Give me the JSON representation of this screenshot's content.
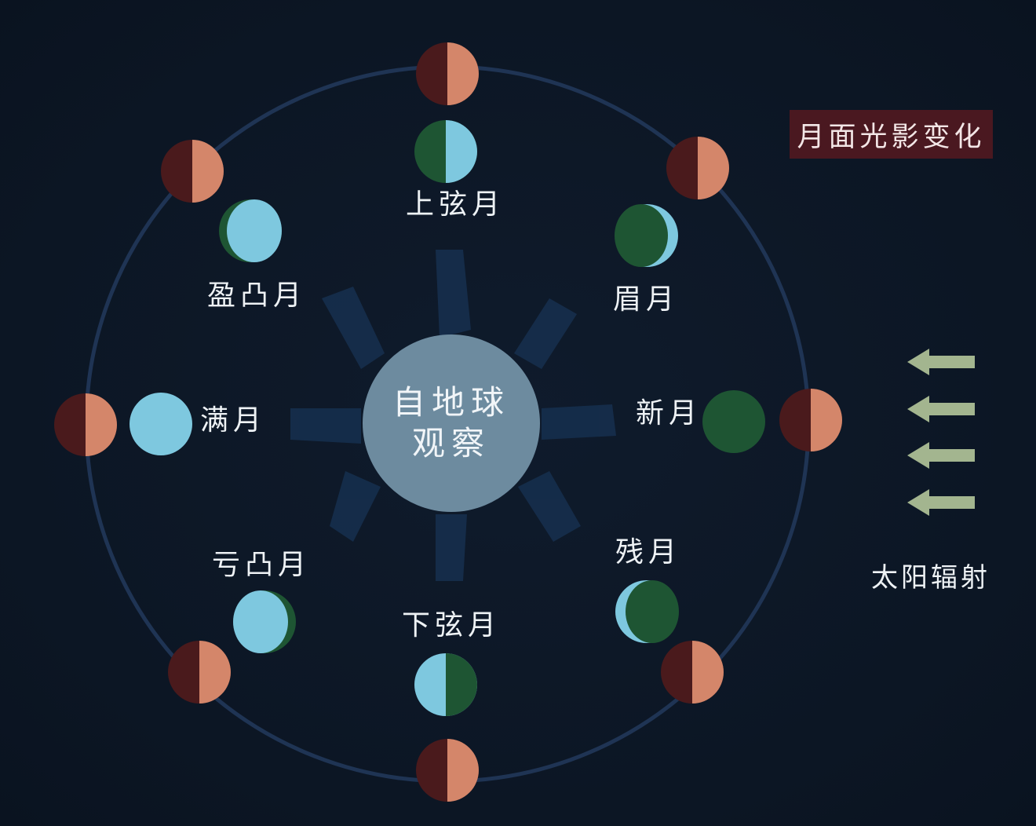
{
  "title": "月面光影变化",
  "center": {
    "line1": "自地球",
    "line2": "观察"
  },
  "sun": {
    "label": "太阳辐射",
    "arrow_count": 4,
    "arrow_color": "#a3b58f"
  },
  "colors": {
    "background": "#0d1726",
    "orbit": "#1f3454",
    "moon_lit_sun": "#d4866a",
    "moon_dark_sun": "#4a1a1c",
    "moon_lit_earth": "#7ec8df",
    "moon_dark_earth": "#1e5533",
    "earth": "#6d8b9f",
    "title_bg": "#4a1820"
  },
  "phases": [
    {
      "id": "first-quarter",
      "label": "上弦月",
      "position": "top"
    },
    {
      "id": "waxing-crescent",
      "label": "眉月",
      "position": "top-right"
    },
    {
      "id": "new-moon",
      "label": "新月",
      "position": "right"
    },
    {
      "id": "waning-crescent",
      "label": "残月",
      "position": "bottom-right"
    },
    {
      "id": "last-quarter",
      "label": "下弦月",
      "position": "bottom"
    },
    {
      "id": "waning-gibbous",
      "label": "亏凸月",
      "position": "bottom-left"
    },
    {
      "id": "full-moon",
      "label": "满月",
      "position": "left"
    },
    {
      "id": "waxing-gibbous",
      "label": "盈凸月",
      "position": "top-left"
    }
  ]
}
